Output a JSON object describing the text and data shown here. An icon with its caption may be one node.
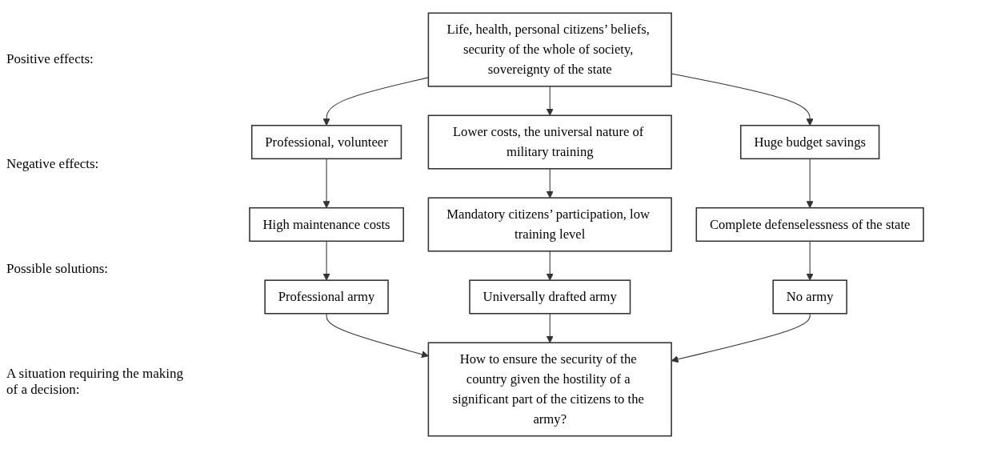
{
  "diagram": {
    "nodes": [
      {
        "text": [
          "Life, health, personal citizens’ beliefs, security of the whole of society, sovereignty of the state"
        ]
      },
      {
        "text": [
          "Professional, volunteer"
        ]
      },
      {
        "text": [
          "Lower costs, the universal nature of military training"
        ]
      },
      {
        "text": [
          "Huge budget savings"
        ]
      },
      {
        "text": [
          "High maintenance costs"
        ]
      },
      {
        "text": [
          "Mandatory citizens’ participation, low training level"
        ]
      },
      {
        "text": [
          "Complete defenselessness of the state"
        ]
      },
      {
        "text": [
          "Professional army"
        ]
      },
      {
        "text": [
          "Universally drafted army"
        ]
      },
      {
        "text": [
          "No army"
        ]
      },
      {
        "text": [
          "How to ensure the security of the country given the hostility of a significant part of the citizens to the army?"
        ]
      }
    ],
    "edges": [
      {
        "from": 0,
        "to": 1,
        "arrow": "to"
      },
      {
        "from": 0,
        "to": 2,
        "arrow": "to"
      },
      {
        "from": 0,
        "to": 3,
        "arrow": "to"
      },
      {
        "from": 1,
        "to": 4,
        "arrow": "to"
      },
      {
        "from": 2,
        "to": 5,
        "arrow": "to"
      },
      {
        "from": 3,
        "to": 6,
        "arrow": "to"
      },
      {
        "from": 4,
        "to": 7,
        "arrow": "to"
      },
      {
        "from": 5,
        "to": 8,
        "arrow": "to"
      },
      {
        "from": 6,
        "to": 9,
        "arrow": "to"
      },
      {
        "from": 7,
        "to": 10,
        "arrow": "to"
      },
      {
        "from": 8,
        "to": 10,
        "arrow": "to"
      },
      {
        "from": 9,
        "to": 10,
        "arrow": "to"
      }
    ],
    "labels": [
      "Positive effects:",
      "Negative effects:",
      "Possible solutions:",
      "A situation requiring the making of a decision:"
    ]
  }
}
